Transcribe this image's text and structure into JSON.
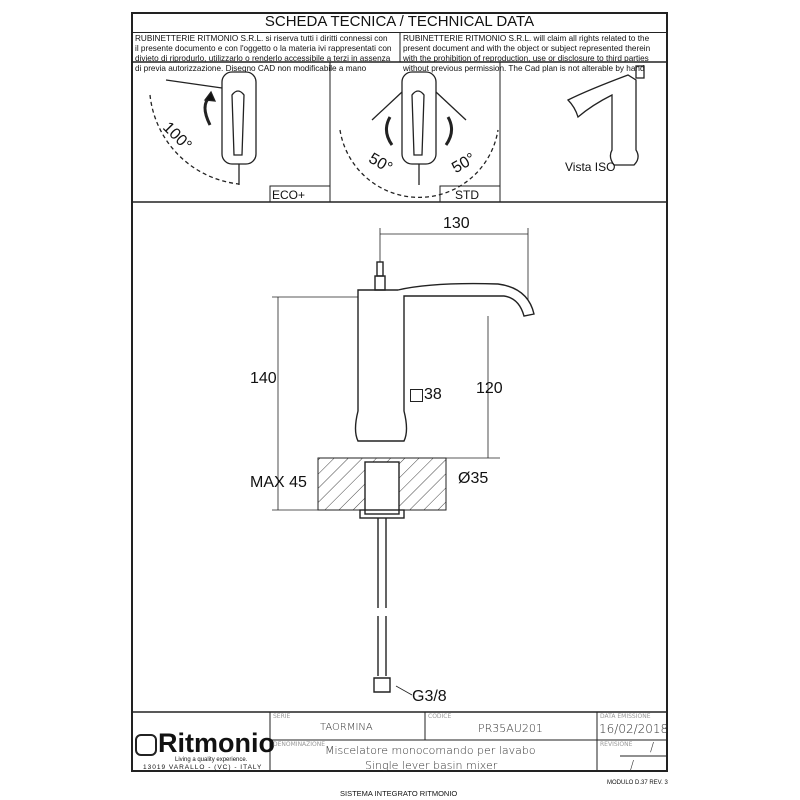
{
  "header": {
    "title": "SCHEDA TECNICA / TECHNICAL DATA",
    "note_it": "RUBINETTERIE RITMONIO S.R.L. si riserva tutti i diritti connessi con il presente documento e con l'oggetto o la materia ivi rappresentati con divieto di riprodurlo, utilizzarlo o renderlo accessibile a terzi in assenza di previa autorizzazione. Disegno CAD non modificabile a mano",
    "note_en": "RUBINETTERIE RITMONIO S.R.L. will claim all rights related to the present document and with the object or subject represented therein with the prohibition  of reproduction, use or disclosure to third parties without previous permission.  The Cad plan is not alterable by hand"
  },
  "views": {
    "eco_label": "ECO+",
    "eco_angle": "100°",
    "std_label": "STD",
    "std_angle_left": "50°",
    "std_angle_right": "50°",
    "iso_label": "Vista ISO"
  },
  "dimensions": {
    "width": "130",
    "height_total": "140",
    "height_spout": "120",
    "square": "38",
    "max_deck": "MAX 45",
    "hole": "Ø35",
    "thread": "G3/8"
  },
  "title_block": {
    "brand": "Ritmonio",
    "tagline": "Living a quality experience.",
    "address": "13019 VARALLO - (VC) - ITALY",
    "serie_label": "SERIE",
    "serie": "TAORMINA",
    "codice_label": "CODICE",
    "codice": "PR35AU201",
    "data_label": "DATA EMISSIONE",
    "data": "16/02/2018",
    "denominazione_label": "DENOMINAZIONE",
    "desc_it": "Miscelatore monocomando per lavabo",
    "desc_en": "Single lever basin mixer",
    "revisione_label": "REVISIONE",
    "revisione": "/",
    "revisione2": "/"
  },
  "footer": {
    "system": "SISTEMA INTEGRATO RITMONIO",
    "module": "MODULO D.37 REV. 3"
  }
}
